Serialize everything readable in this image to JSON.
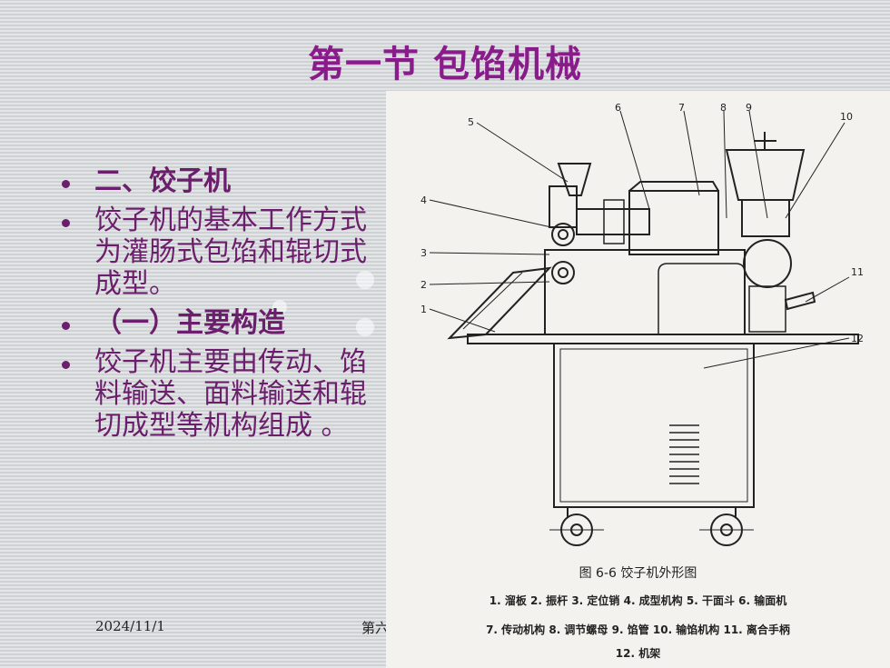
{
  "slide": {
    "title": "第一节 包馅机械",
    "bullets": [
      {
        "text": "二、饺子机",
        "style": "heading"
      },
      {
        "text": "饺子机的基本工作方式为灌肠式包馅和辊切式成型。",
        "style": "body"
      },
      {
        "text": "（一）主要构造",
        "style": "heading"
      },
      {
        "text": "饺子机主要由传动、馅料输送、面料输送和辊切成型等机构组成 。",
        "style": "body"
      }
    ],
    "footer_date": "2024/11/1",
    "footer_page": "第六"
  },
  "figure": {
    "callouts": [
      "1",
      "2",
      "3",
      "4",
      "5",
      "6",
      "7",
      "8",
      "9",
      "10",
      "11",
      "12"
    ],
    "caption": "图 6-6   饺子机外形图",
    "legend_line1": "1. 溜板  2. 振杆  3. 定位销  4. 成型机构  5. 干面斗  6. 输面机",
    "legend_line2": "7. 传动机构  8. 调节螺母  9. 馅管  10. 输馅机构  11. 离合手柄",
    "legend_line3": "12. 机架"
  },
  "colors": {
    "title": "#8a1b8a",
    "text": "#6b1e6b",
    "figure_bg": "#f3f2ee"
  }
}
